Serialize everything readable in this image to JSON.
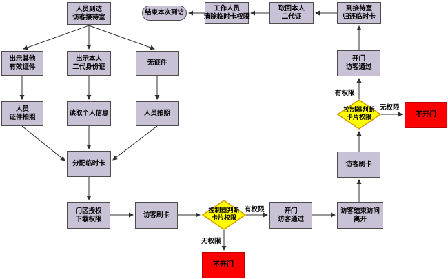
{
  "flowchart": {
    "nodes": {
      "arrive": "人员到达\n访客接待室",
      "end_visit": "结束本次到访",
      "staff_clear": "工作人员\n清除临时卡权限",
      "retrieve_id": "取回本人\n二代证",
      "return_card": "到接待室\n归还临时卡",
      "show_other": "出示其他\n有效证件",
      "show_id": "出示本人\n二代身份证",
      "no_id": "无证件",
      "photo_cert": "人员\n证件拍照",
      "read_info": "读取个人信息",
      "photo_person": "人员拍照",
      "assign_card": "分配临时卡",
      "door_auth": "门区授权\n下载权限",
      "swipe_card_entry": "访客刷卡",
      "controller_check_entry": "控制器判断\n卡片权限",
      "no_open_entry": "不开门",
      "open_pass_entry": "开门\n访客通过",
      "end_leave": "访客结束访问\n离开",
      "swipe_card_exit": "访客刷卡",
      "controller_check_exit": "控制器判断\n卡片权限",
      "no_open_exit": "不开门",
      "open_pass_exit": "开门\n访客通过"
    },
    "edge_labels": {
      "entry_granted": "有权限",
      "entry_denied": "无权限",
      "exit_granted": "有权限",
      "exit_denied": "无权限"
    },
    "colors": {
      "process_fill": "#c9c1d6",
      "process_border": "#4d4d4d",
      "decision_fill": "#ffff00",
      "decision_border": "#d49600",
      "alert_fill": "#ff0000",
      "alert_border": "#c00000",
      "connector": "#303030"
    }
  }
}
